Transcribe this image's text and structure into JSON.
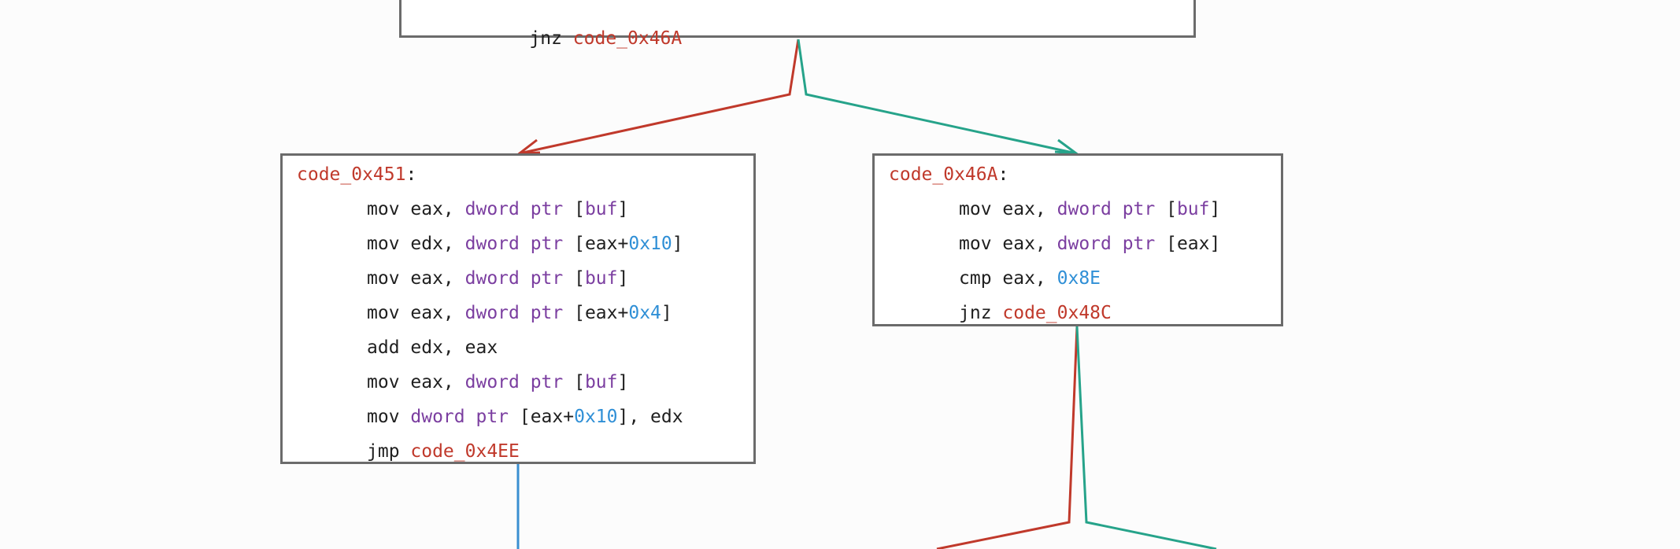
{
  "colors": {
    "label": "#c0392b",
    "type_keyword": "#7b3ea0",
    "number": "#2f8fd6",
    "text": "#1f1f1f",
    "edge_false": "#c0392b",
    "edge_true": "#26a38a",
    "edge_unconditional": "#3a8fd1",
    "block_border": "#6b6b6b",
    "background": "#fcfcfc"
  },
  "blocks": [
    {
      "id": "block-top-partial",
      "lines": [
        [
          [
            "t",
            "jnz "
          ],
          [
            "l",
            "code_0x46A"
          ]
        ]
      ]
    },
    {
      "id": "block-code-0x451",
      "lines": [
        [
          [
            "l",
            "code_0x451"
          ],
          [
            "t",
            ":"
          ]
        ],
        [
          [
            "t",
            "mov eax, "
          ],
          [
            "k",
            "dword ptr"
          ],
          [
            "t",
            " ["
          ],
          [
            "k",
            "buf"
          ],
          [
            "t",
            "]"
          ]
        ],
        [
          [
            "t",
            "mov edx, "
          ],
          [
            "k",
            "dword ptr"
          ],
          [
            "t",
            " [eax+"
          ],
          [
            "n",
            "0x10"
          ],
          [
            "t",
            "]"
          ]
        ],
        [
          [
            "t",
            "mov eax, "
          ],
          [
            "k",
            "dword ptr"
          ],
          [
            "t",
            " ["
          ],
          [
            "k",
            "buf"
          ],
          [
            "t",
            "]"
          ]
        ],
        [
          [
            "t",
            "mov eax, "
          ],
          [
            "k",
            "dword ptr"
          ],
          [
            "t",
            " [eax+"
          ],
          [
            "n",
            "0x4"
          ],
          [
            "t",
            "]"
          ]
        ],
        [
          [
            "t",
            "add edx, eax"
          ]
        ],
        [
          [
            "t",
            "mov eax, "
          ],
          [
            "k",
            "dword ptr"
          ],
          [
            "t",
            " ["
          ],
          [
            "k",
            "buf"
          ],
          [
            "t",
            "]"
          ]
        ],
        [
          [
            "t",
            "mov "
          ],
          [
            "k",
            "dword ptr"
          ],
          [
            "t",
            " [eax+"
          ],
          [
            "n",
            "0x10"
          ],
          [
            "t",
            "], edx"
          ]
        ],
        [
          [
            "t",
            "jmp "
          ],
          [
            "l",
            "code_0x4EE"
          ]
        ]
      ]
    },
    {
      "id": "block-code-0x46a",
      "lines": [
        [
          [
            "l",
            "code_0x46A"
          ],
          [
            "t",
            ":"
          ]
        ],
        [
          [
            "t",
            "mov eax, "
          ],
          [
            "k",
            "dword ptr"
          ],
          [
            "t",
            " ["
          ],
          [
            "k",
            "buf"
          ],
          [
            "t",
            "]"
          ]
        ],
        [
          [
            "t",
            "mov eax, "
          ],
          [
            "k",
            "dword ptr"
          ],
          [
            "t",
            " [eax]"
          ]
        ],
        [
          [
            "t",
            "cmp eax, "
          ],
          [
            "n",
            "0x8E"
          ]
        ],
        [
          [
            "t",
            "jnz "
          ],
          [
            "l",
            "code_0x48C"
          ]
        ]
      ]
    }
  ]
}
